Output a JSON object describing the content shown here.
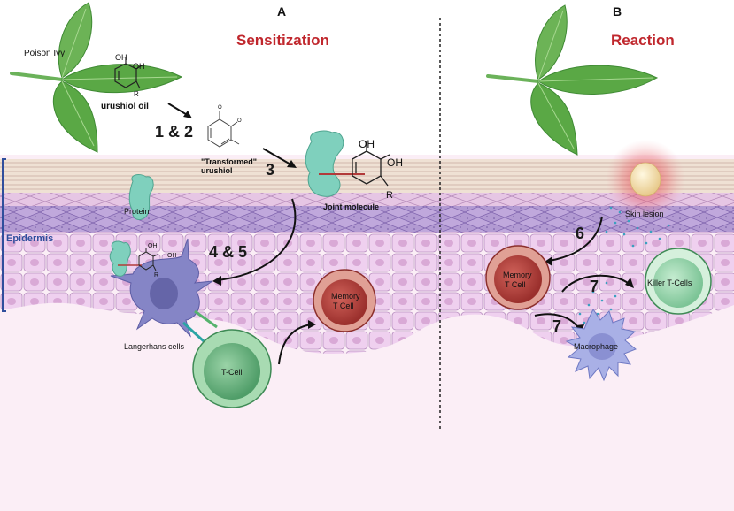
{
  "panels": [
    {
      "letter": "A",
      "title": "Sensitization"
    },
    {
      "letter": "B",
      "title": "Reaction"
    }
  ],
  "labels": {
    "poison_ivy": "Poison Ivy",
    "urushiol_oil": "urushiol oil",
    "transformed_line1": "\"Transformed\"",
    "transformed_line2": "urushiol",
    "protein": "Protein",
    "joint_molecule": "Joint molecule",
    "epidermis": "Epidermis",
    "langerhans": "Langerhans cells",
    "t_cell": "T-Cell",
    "memory_line1": "Memory",
    "memory_line2": "T Cell",
    "skin_lesion": "Skin lesion",
    "killer": "Killer T-Cells",
    "macrophage": "Macrophage"
  },
  "chem": {
    "oh": "OH",
    "r": "R",
    "o": "O"
  },
  "steps": {
    "s12": "1 & 2",
    "s3": "3",
    "s45": "4 & 5",
    "s6": "6",
    "s7a": "7",
    "s7b": "7"
  },
  "colors": {
    "title_red": "#c0272d",
    "leaf_green": "#5aa845",
    "stratum_corneum": "#eedfd2",
    "granulosum": "#e3c3e0",
    "spinosum": "#b9a2d6",
    "basal": "#efd3ef",
    "dermis": "#fbeef6",
    "protein_teal": "#7fd0bd",
    "langerhans_purple": "#8585c6",
    "tcell_green": "#7cbf8c",
    "memory_red": "#b9463f",
    "killer_green": "#a5dbb3",
    "macrophage_blue": "#a9b0e6",
    "epidermis_blue": "#2f4e9c"
  }
}
